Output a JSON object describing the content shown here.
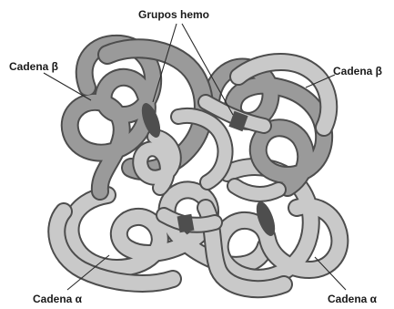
{
  "labels": {
    "heme_groups": "Grupos hemo",
    "beta_chain_left": "Cadena β",
    "beta_chain_right": "Cadena β",
    "alpha_chain_left": "Cadena α",
    "alpha_chain_right": "Cadena α"
  },
  "colors": {
    "beta_chain_fill": "#9a9a9a",
    "alpha_chain_fill": "#c9c9c9",
    "chain_outline": "#4d4d4d",
    "heme_fill": "#4e4e4e",
    "label_text": "#1a1a1a"
  }
}
